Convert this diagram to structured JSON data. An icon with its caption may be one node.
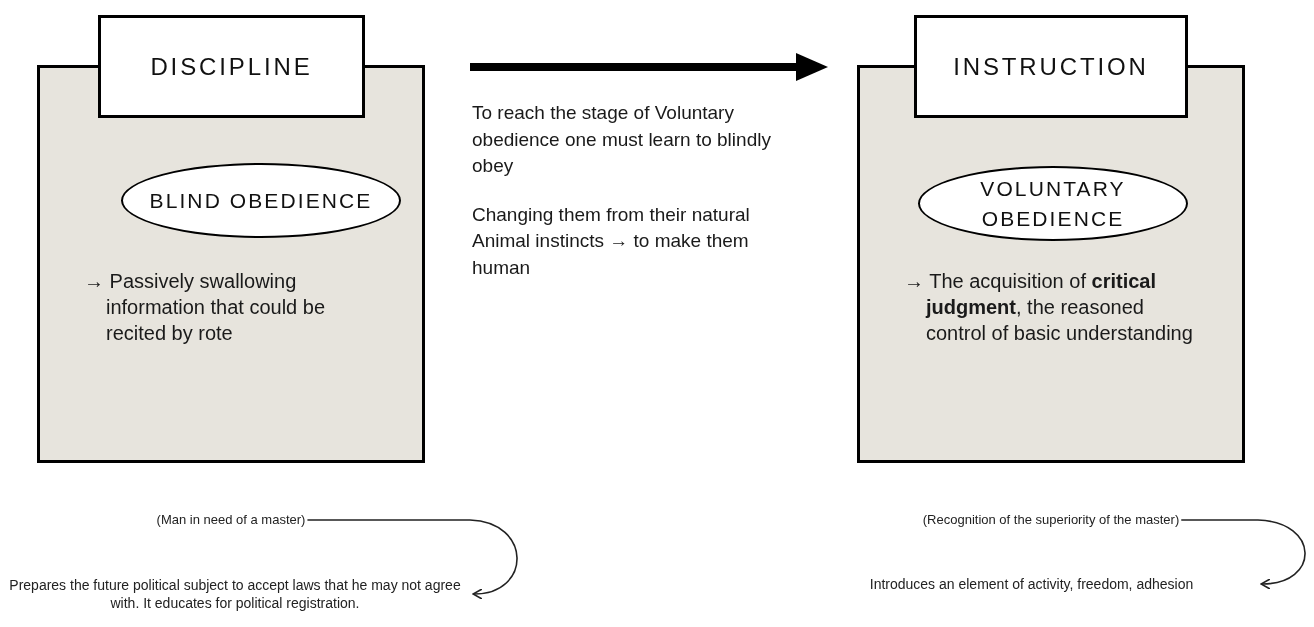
{
  "diagram": {
    "nodes": [
      {
        "text": [
          "DISCIPLINE"
        ]
      },
      {
        "text": [
          "→ Passively swallowing information that could be recited by rote"
        ]
      },
      {
        "text": [
          "BLIND OBEDIENCE"
        ],
        "in": 1
      },
      {
        "text": [
          "(Man in need of a master)"
        ]
      },
      {
        "text": [
          "Prepares the future political subject to accept laws that he may not agree with. It educates for political registration."
        ]
      },
      {
        "text": [
          "INSTRUCTION"
        ]
      },
      {
        "text": [
          "→ The acquisition of **critical judgment**, the reasoned control of basic understanding"
        ]
      },
      {
        "text": [
          "VOLUNTARY OBEDIENCE"
        ],
        "in": 6
      },
      {
        "text": [
          "(Recognition of the superiority of the master)"
        ]
      },
      {
        "text": [
          "Introduces an element of activity, freedom, adhesion"
        ]
      }
    ],
    "edges": [
      {
        "from": 1,
        "to": 6,
        "arrow": "to",
        "style": "thick"
      },
      {
        "from": 3,
        "to": 4,
        "arrow": "to"
      },
      {
        "from": 8,
        "to": 9,
        "arrow": "to"
      }
    ],
    "labels": [
      "To reach the stage of Voluntary obedience one must learn to blindly obey",
      "Changing them from their natural Animal instincts → to make them human"
    ]
  }
}
